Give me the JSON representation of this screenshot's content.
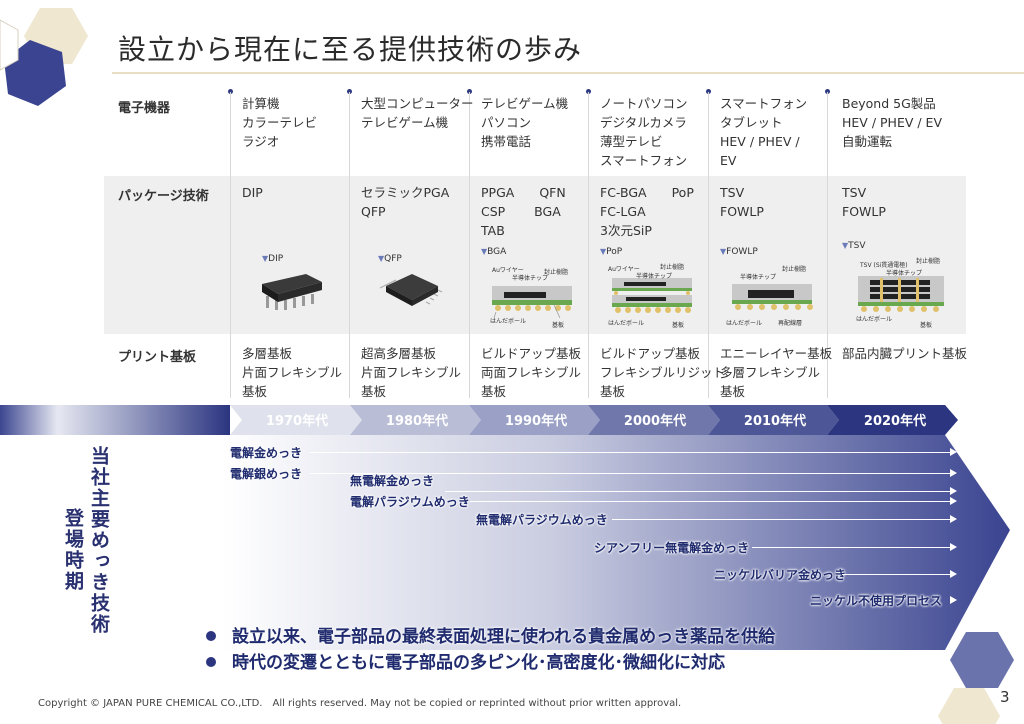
{
  "title": "設立から現在に至る提供技術の歩み",
  "row_labels": {
    "devices": "電子機器",
    "package": "パッケージ技術",
    "pcb": "プリント基板"
  },
  "columns": [
    {
      "devices": [
        "計算機",
        "カラーテレビ",
        "ラジオ"
      ],
      "package": [
        "DIP"
      ],
      "package_image_label": "DIP",
      "pcb": [
        "多層基板",
        "片面フレキシブル",
        "基板"
      ],
      "decade": "1970年代"
    },
    {
      "devices": [
        "大型コンピューター",
        "テレビゲーム機"
      ],
      "package": [
        "セラミックPGA",
        "QFP"
      ],
      "package_image_label": "QFP",
      "pcb": [
        "超高多層基板",
        "片面フレキシブル",
        "基板"
      ],
      "decade": "1980年代"
    },
    {
      "devices": [
        "テレビゲーム機",
        "パソコン",
        "携帯電話"
      ],
      "package": [
        "PPGA　　QFN",
        "CSP　　 BGA",
        "TAB"
      ],
      "package_image_label": "BGA",
      "diagram_labels": [
        "Auワイヤー",
        "半導体チップ",
        "封止樹脂",
        "はんだボール",
        "基板"
      ],
      "pcb": [
        "ビルドアップ基板",
        "両面フレキシブル",
        "基板"
      ],
      "decade": "1990年代"
    },
    {
      "devices": [
        "ノートパソコン",
        "デジタルカメラ",
        "薄型テレビ",
        "スマートフォン"
      ],
      "package": [
        "FC-BGA　　PoP",
        "FC-LGA",
        "3次元SiP"
      ],
      "package_image_label": "PoP",
      "diagram_labels": [
        "Auワイヤー",
        "半導体チップ",
        "封止樹脂",
        "はんだボール",
        "基板"
      ],
      "pcb": [
        "ビルドアップ基板",
        "フレキシブルリジット",
        "基板"
      ],
      "decade": "2000年代"
    },
    {
      "devices": [
        "スマートフォン",
        "タブレット",
        "HEV / PHEV /",
        "EV"
      ],
      "package": [
        "TSV",
        "FOWLP"
      ],
      "package_image_label": "FOWLP",
      "diagram_labels": [
        "半導体チップ",
        "封止樹脂",
        "はんだボール",
        "再配線層"
      ],
      "pcb": [
        "エニーレイヤー基板",
        "多層フレキシブル",
        "基板"
      ],
      "decade": "2010年代"
    },
    {
      "devices": [
        "Beyond 5G製品",
        "HEV / PHEV / EV",
        "自動運転"
      ],
      "package": [
        "TSV",
        "FOWLP"
      ],
      "package_image_label": "TSV",
      "diagram_labels": [
        "TSV (Si貫通電極)",
        "半導体チップ",
        "封止樹脂",
        "はんだボール",
        "基板"
      ],
      "pcb": [
        "部品内臓プリント基板"
      ],
      "decade": "2020年代"
    }
  ],
  "vertical_label": [
    "当社主要めっき技術",
    "登場時期"
  ],
  "technologies": [
    "電解金めっき",
    "電解銀めっき",
    "無電解金めっき",
    "電解パラジウムめっき",
    "無電解パラジウムめっき",
    "シアンフリー無電解金めっき",
    "ニッケルバリア金めっき",
    "ニッケル不使用プロセス"
  ],
  "bullets": [
    "設立以来、電子部品の最終表面処理に使われる貴金属めっき薬品を供給",
    "時代の変遷とともに電子部品の多ピン化･高密度化･微細化に対応"
  ],
  "footer": "Copyright © JAPAN PURE CHEMICAL CO.,LTD.　All rights reserved. May not be copied or reprinted without prior written approval.",
  "page_number": "3",
  "colors": {
    "navy": "#2b3580",
    "gold": "#e8dfc2",
    "band": "#efefef"
  }
}
